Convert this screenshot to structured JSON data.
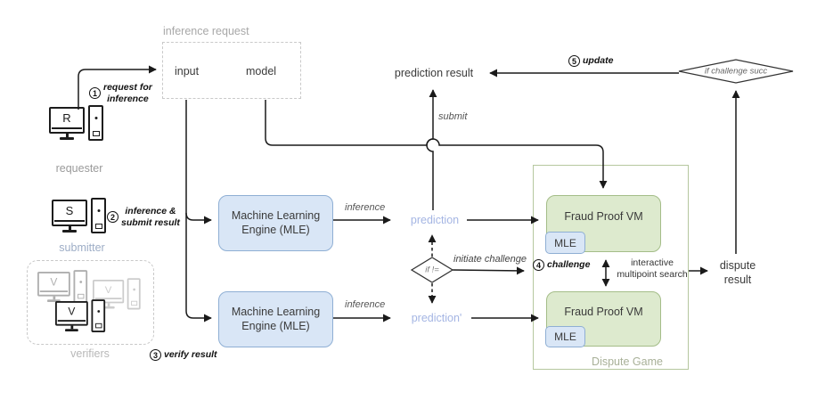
{
  "colors": {
    "mle_fill": "#d9e6f6",
    "mle_border": "#8fafd4",
    "vm_fill": "#ddeace",
    "vm_border": "#a4bd88",
    "dispute_border": "#b5c79e",
    "prediction_text": "#a4b5e3",
    "line": "#1a1a1a"
  },
  "inference_request": {
    "title": "inference request",
    "input_label": "input",
    "model_label": "model"
  },
  "actors": {
    "requester": {
      "letter": "R",
      "label": "requester"
    },
    "submitter": {
      "letter": "S",
      "label": "submitter"
    },
    "verifiers": {
      "letter": "V",
      "label": "verifiers"
    }
  },
  "steps": {
    "s1": {
      "num": "1",
      "line1": "request for",
      "line2": "inference"
    },
    "s2": {
      "num": "2",
      "line1": "inference &",
      "line2": "submit result"
    },
    "s3": {
      "num": "3",
      "text": "verify result"
    },
    "s4": {
      "num": "4",
      "text": "challenge"
    },
    "s5": {
      "num": "5",
      "text": "update"
    }
  },
  "mle_engine": {
    "line1": "Machine Learning",
    "line2": "Engine (MLE)"
  },
  "edge_labels": {
    "inference": "inference",
    "submit": "submit",
    "initiate_challenge": "initiate challenge",
    "interactive_line1": "interactive",
    "interactive_line2": "multipoint search"
  },
  "nodes": {
    "prediction": "prediction",
    "prediction_alt": "prediction'",
    "prediction_result": "prediction result",
    "dispute_line1": "dispute",
    "dispute_line2": "result"
  },
  "decisions": {
    "if_neq": "if !=",
    "if_challenge_succ": "if challenge succ"
  },
  "dispute_game": {
    "title": "Dispute Game",
    "vm_label": "Fraud Proof VM",
    "mle_badge": "MLE"
  }
}
